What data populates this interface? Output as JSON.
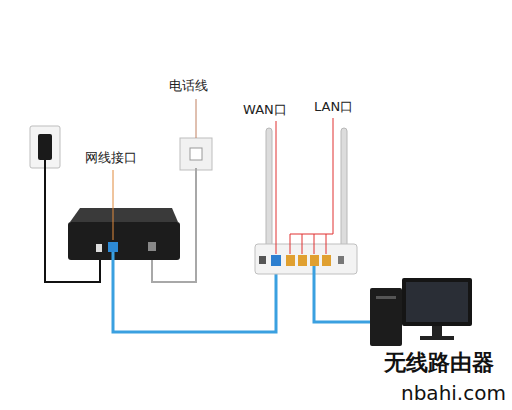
{
  "diagram": {
    "labels": [
      "电话线",
      "网线接口",
      "WAN口",
      "LAN口",
      "无线路由器",
      "nbahi.com"
    ]
  }
}
